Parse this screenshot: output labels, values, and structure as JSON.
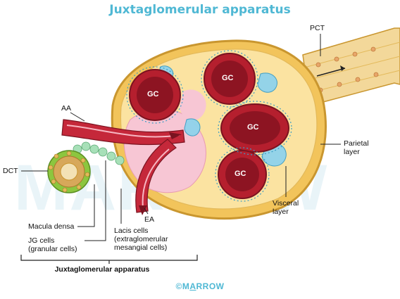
{
  "title": "Juxtaglomerular apparatus",
  "labels": {
    "pct": "PCT",
    "aa": "AA",
    "dct": "DCT",
    "ea": "EA",
    "parietal_1": "Parietal",
    "parietal_2": "layer",
    "visceral_1": "Visceral",
    "visceral_2": "layer",
    "macula_densa": "Macula densa",
    "jg_1": "JG cells",
    "jg_2": "(granular cells)",
    "lacis_1": "Lacis cells",
    "lacis_2": "(extraglomerular",
    "lacis_3": "mesangial cells)",
    "bracket": "Juxtaglomerular apparatus"
  },
  "gc_labels": [
    "GC",
    "GC",
    "GC",
    "GC"
  ],
  "watermark": "MARROW",
  "footer": {
    "copyright": "©",
    "brand_first": "M",
    "brand_underlined": "A",
    "brand_rest": "RROW"
  },
  "colors": {
    "title": "#4fb8d4",
    "capsule": "#e9b443",
    "capillary": "#b51f2e",
    "mesangium": "#f7c6d4",
    "podocyte": "#7cc8e6",
    "macula": "#8cc63f"
  }
}
